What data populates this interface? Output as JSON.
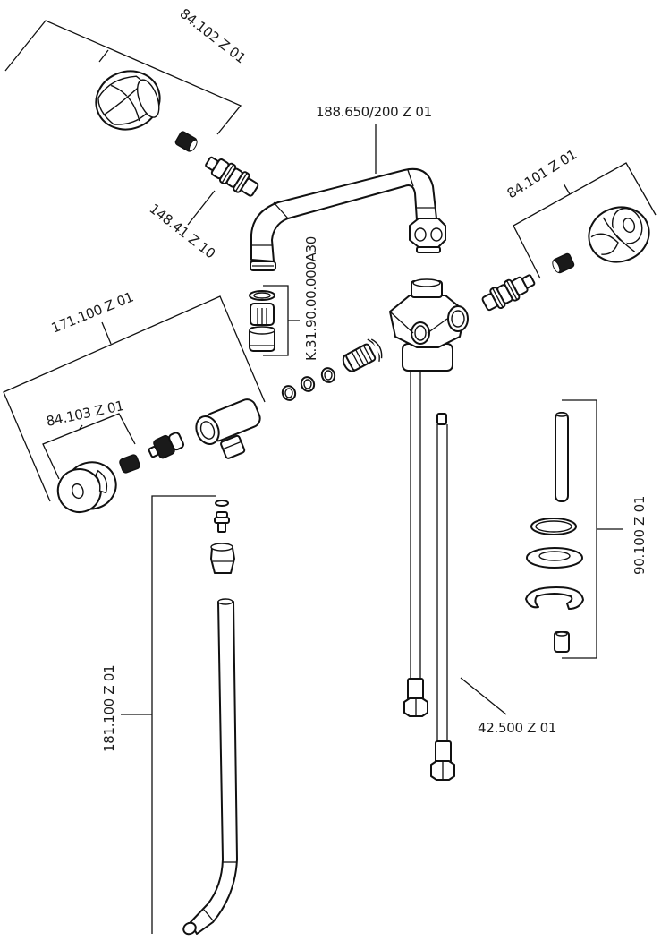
{
  "diagram": {
    "type": "exploded-parts-diagram",
    "subject": "faucet assembly",
    "line_color": "#111111",
    "background": "#ffffff"
  },
  "labels": {
    "handle_top_left": "84.102 Z 01",
    "cartridge_top_left": "148.41 Z 10",
    "spout": "188.650/200 Z 01",
    "handle_right": "84.101 Z 01",
    "aerator_kit": "K.31.90.00.000A30",
    "side_valve_kit": "171.100 Z 01",
    "handle_left": "84.103 Z 01",
    "mounting_kit": "90.100 Z 01",
    "connection_hoses": "42.500 Z 01",
    "tube_kit": "181.100 Z 01"
  }
}
